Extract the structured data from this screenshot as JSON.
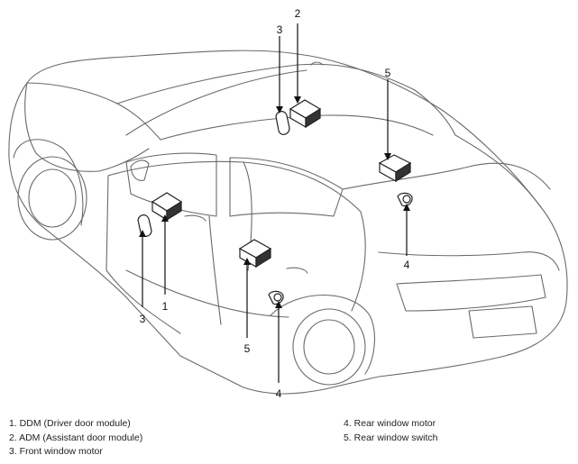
{
  "callouts": {
    "c1_label": "1",
    "c2_label": "2",
    "c3a_label": "3",
    "c3b_label": "3",
    "c4a_label": "4",
    "c4b_label": "4",
    "c5a_label": "5",
    "c5b_label": "5"
  },
  "legend": {
    "item1": "1. DDM (Driver door module)",
    "item2": "2. ADM (Assistant door module)",
    "item3": "3. Front window motor",
    "item4": "4. Rear window motor",
    "item5": "5. Rear window switch"
  }
}
